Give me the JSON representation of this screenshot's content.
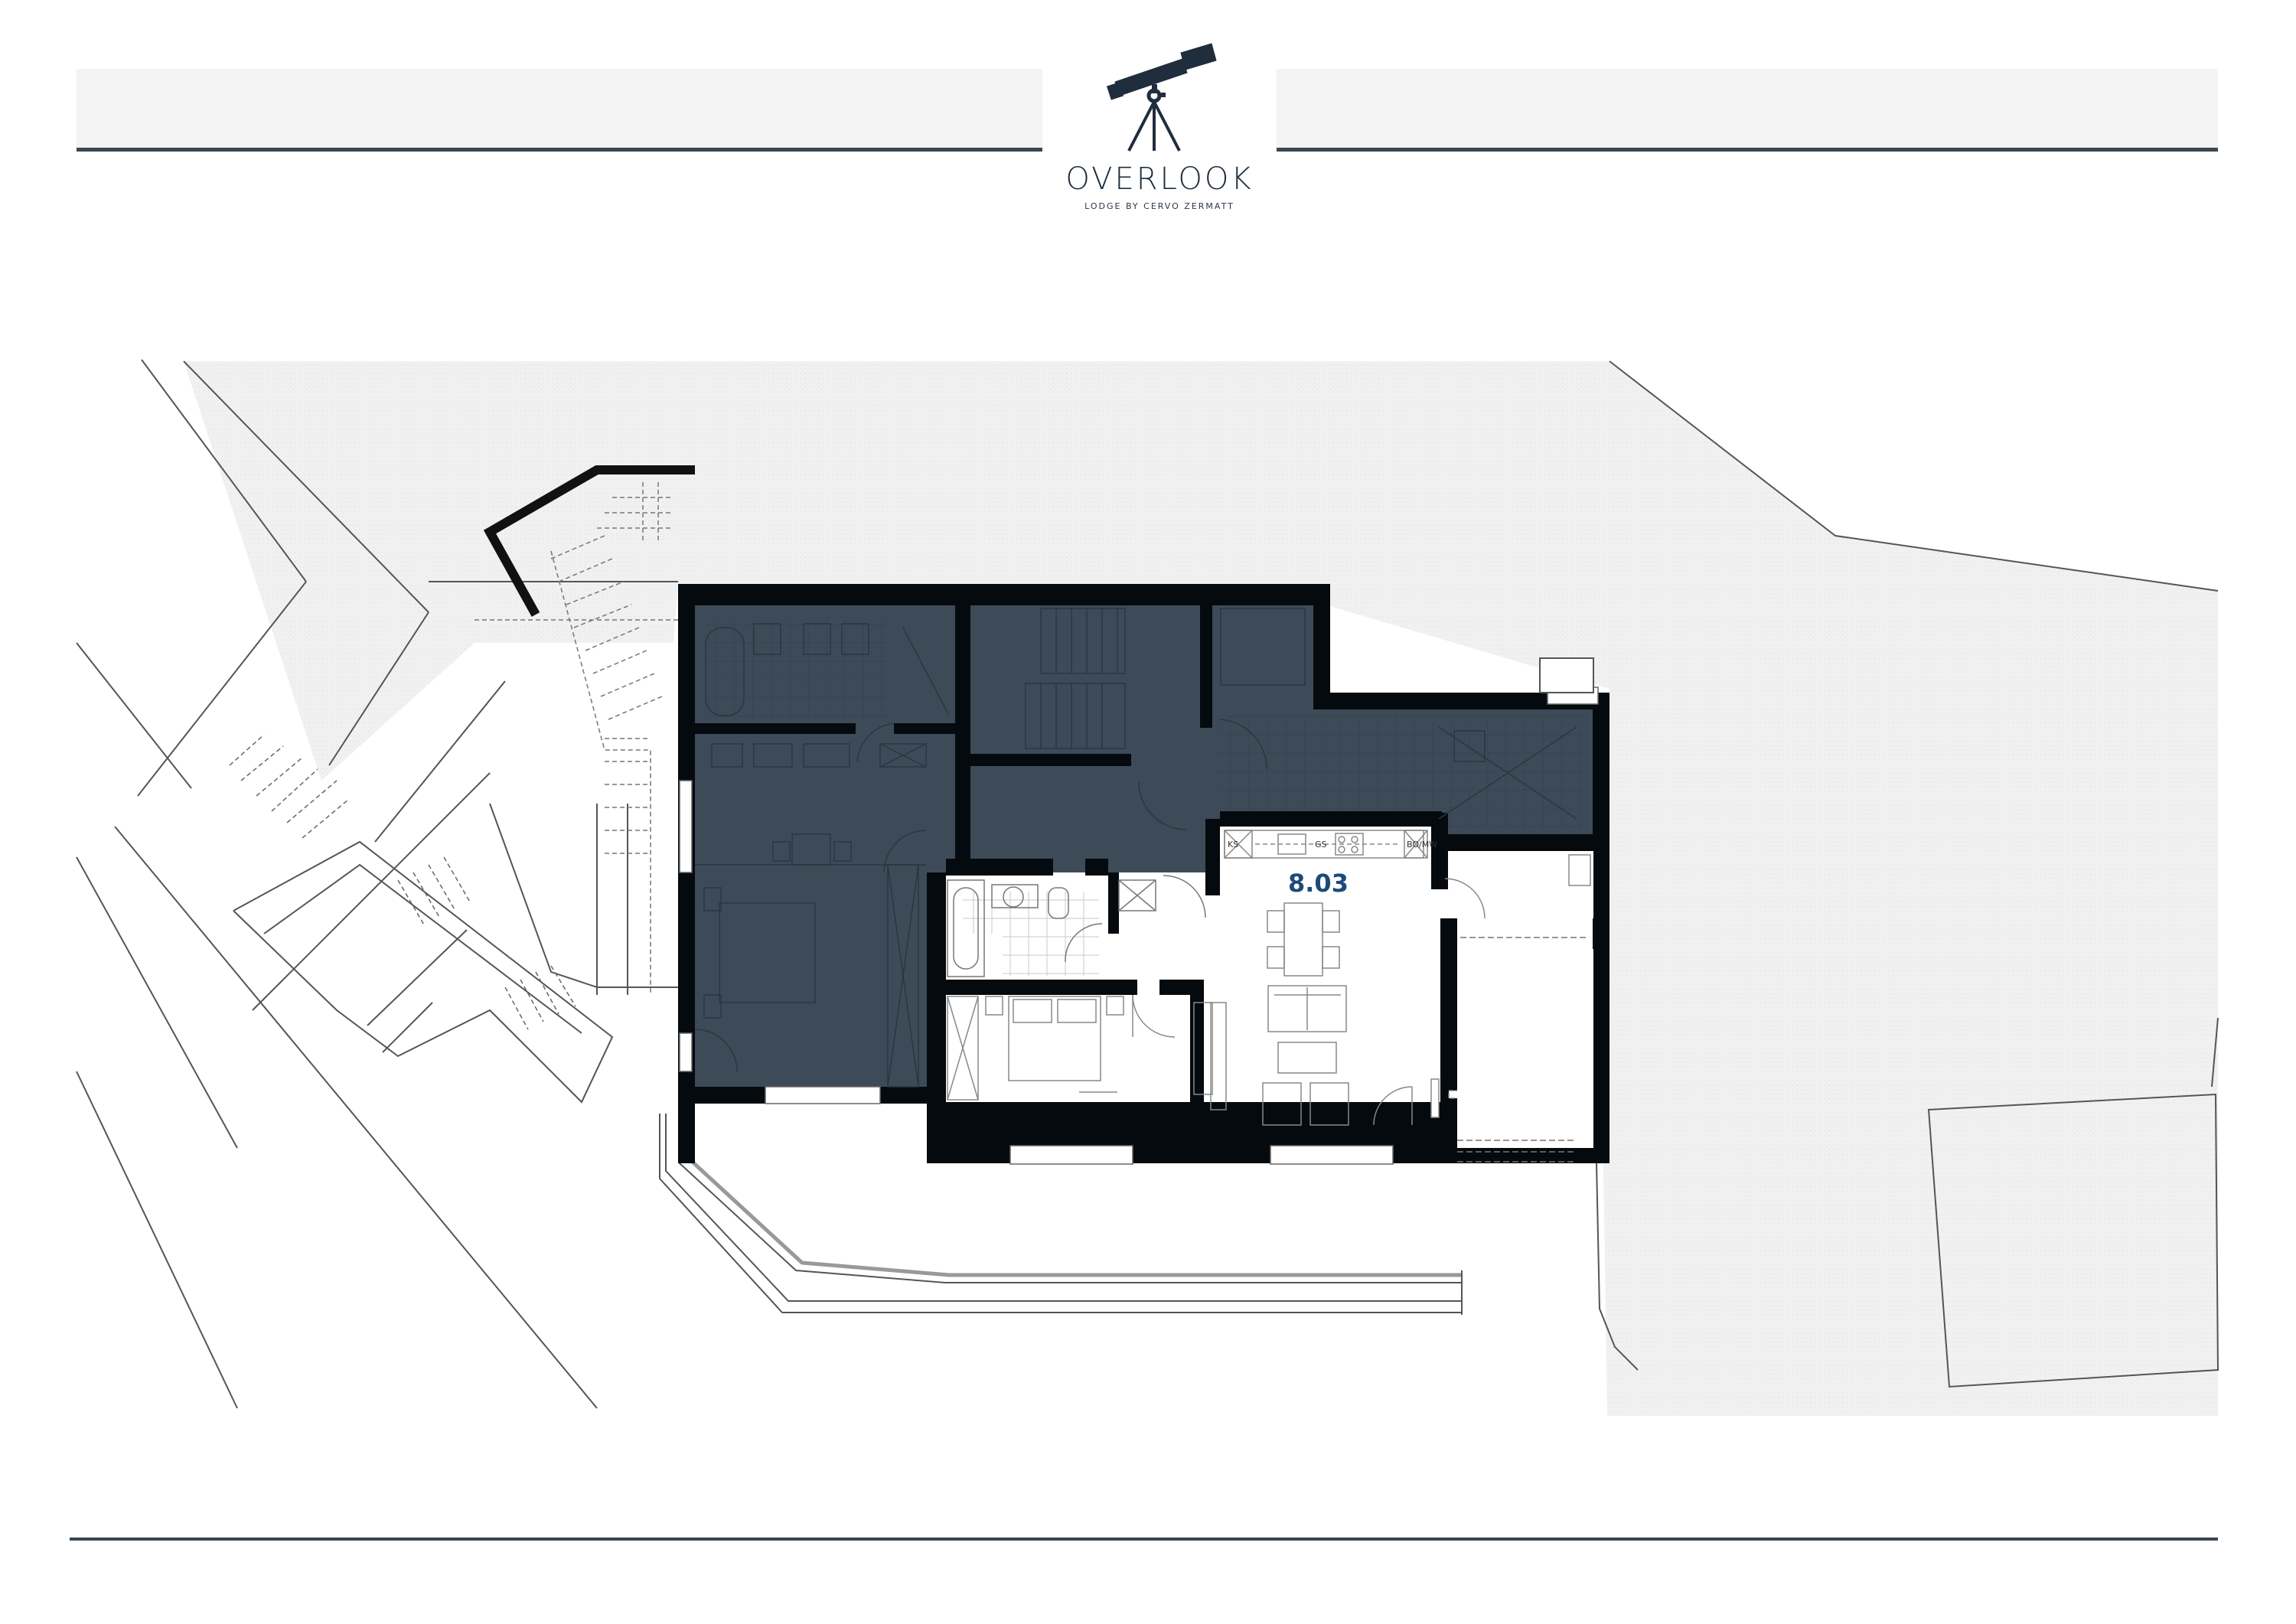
{
  "header": {
    "brand_name": "OVERLOOK",
    "brand_subtitle": "LODGE BY CERVO ZERMATT",
    "logo_icon": "telescope-icon",
    "brand_color": "#1f2d3d"
  },
  "plan": {
    "unit_number": "8.03",
    "unit_label_color": "#1d4a7a",
    "kitchen_labels": [
      "KS",
      "GS",
      "BO/MW"
    ],
    "colors": {
      "walls": "#050a0f",
      "overlay_dark": "#3d4b58",
      "site_hatch": "#f0f0f0",
      "lines": "#555555"
    },
    "rooms": [
      {
        "name": "living-dining-kitchen",
        "highlighted": true
      },
      {
        "name": "bedroom",
        "highlighted": true
      },
      {
        "name": "bathroom",
        "highlighted": true
      },
      {
        "name": "storage-room",
        "highlighted": true
      },
      {
        "name": "covered-terrace",
        "highlighted": true
      },
      {
        "name": "neighbour-unit-left",
        "highlighted": false
      },
      {
        "name": "stairwell",
        "highlighted": false
      },
      {
        "name": "corridor",
        "highlighted": false
      }
    ]
  },
  "footer": {}
}
